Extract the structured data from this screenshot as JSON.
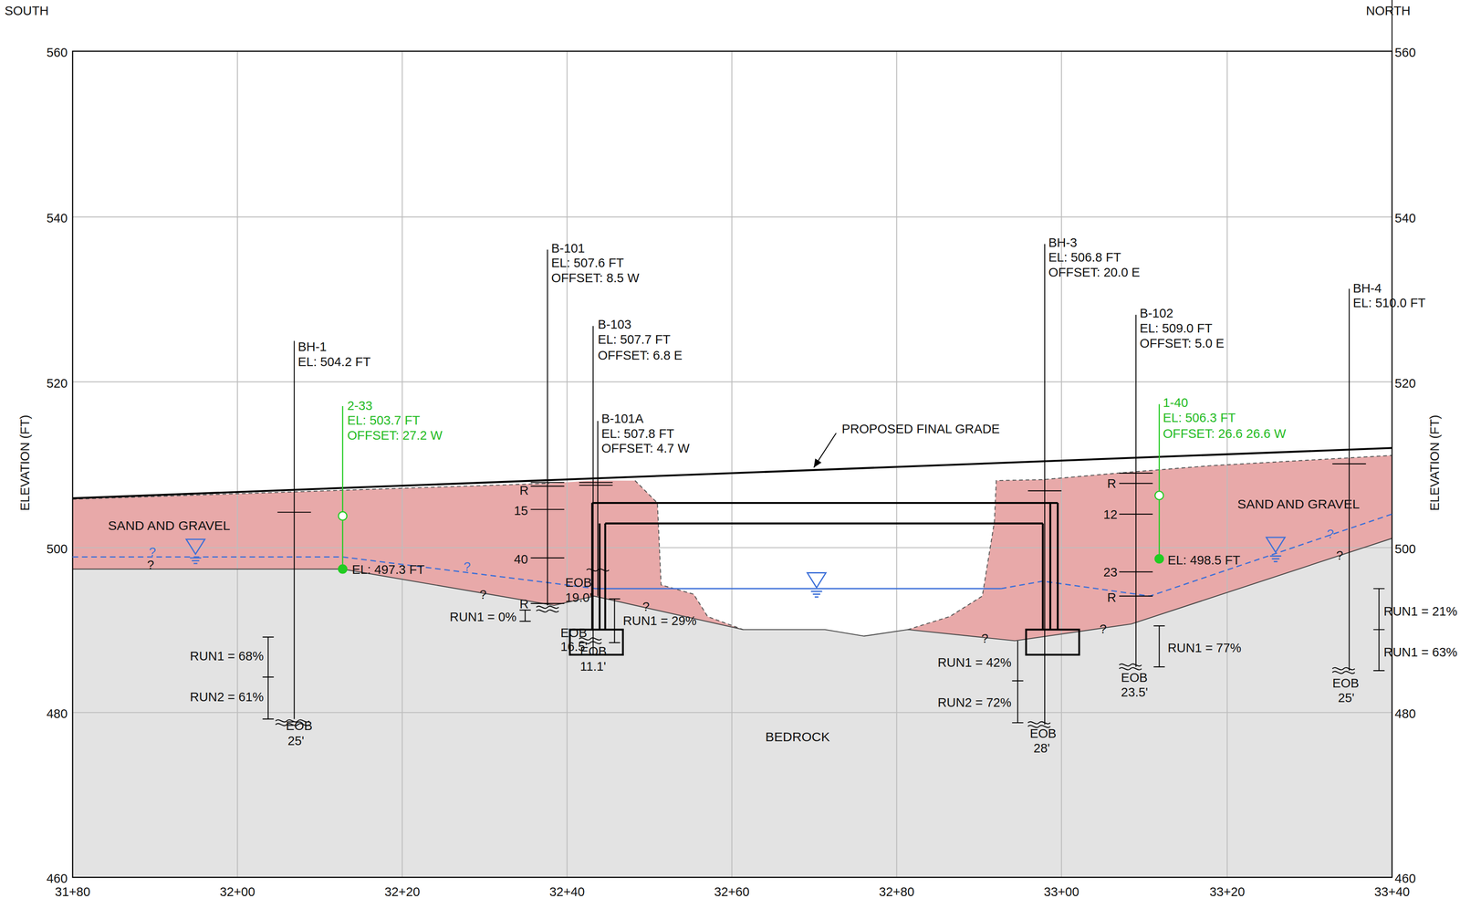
{
  "diagram": {
    "nodes": [
      {
        "text": [
          "SAND AND GRAVEL"
        ]
      },
      {
        "text": [
          "SAND AND GRAVEL"
        ]
      },
      {
        "text": [
          "BEDROCK"
        ]
      }
    ],
    "labels": [
      "SOUTH",
      "NORTH",
      "560",
      "540",
      "520",
      "500",
      "480",
      "460",
      "560",
      "540",
      "520",
      "500",
      "480",
      "460",
      "ELEVATION (FT)",
      "ELEVATION (FT)",
      "31+80",
      "32+00",
      "32+20",
      "32+40",
      "32+60",
      "32+80",
      "33+00",
      "33+20",
      "33+40",
      "BH-1",
      "EL: 504.2 FT",
      "2-33",
      "EL: 503.7 FT",
      "OFFSET: 27.2 W",
      "B-101",
      "EL: 507.6 FT",
      "OFFSET: 8.5 W",
      "B-103",
      "EL: 507.7 FT",
      "OFFSET: 6.8 E",
      "B-101A",
      "EL: 507.8 FT",
      "OFFSET: 4.7 W",
      "PROPOSED FINAL GRADE",
      "BH-3",
      "EL: 506.8 FT",
      "OFFSET: 20.0 E",
      "B-102",
      "EL: 509.0 FT",
      "OFFSET: 5.0 E",
      "1-40",
      "EL: 506.3 FT",
      "OFFSET: 26.6 26.6 W",
      "BH-4",
      "EL: 510.0 FT",
      "R",
      "15",
      "40",
      "R",
      "EL: 497.3 FT",
      "EL: 498.5 FT",
      "RUN1 = 0%",
      "EOB",
      "19.0'",
      "EOB",
      "16.5'",
      "EOB",
      "11.1'",
      "RUN1 = 29%",
      "RUN1 = 68%",
      "RUN2 = 61%",
      "EOB",
      "25'",
      "RUN1 = 42%",
      "RUN2 = 72%",
      "EOB",
      "28'",
      "R",
      "12",
      "23",
      "R",
      "RUN1 = 77%",
      "EOB",
      "23.5'",
      "RUN1 = 21%",
      "RUN1 = 63%",
      "EOB",
      "25'",
      "?",
      "?",
      "?",
      "?",
      "?",
      "?",
      "?",
      "?",
      "?"
    ]
  }
}
